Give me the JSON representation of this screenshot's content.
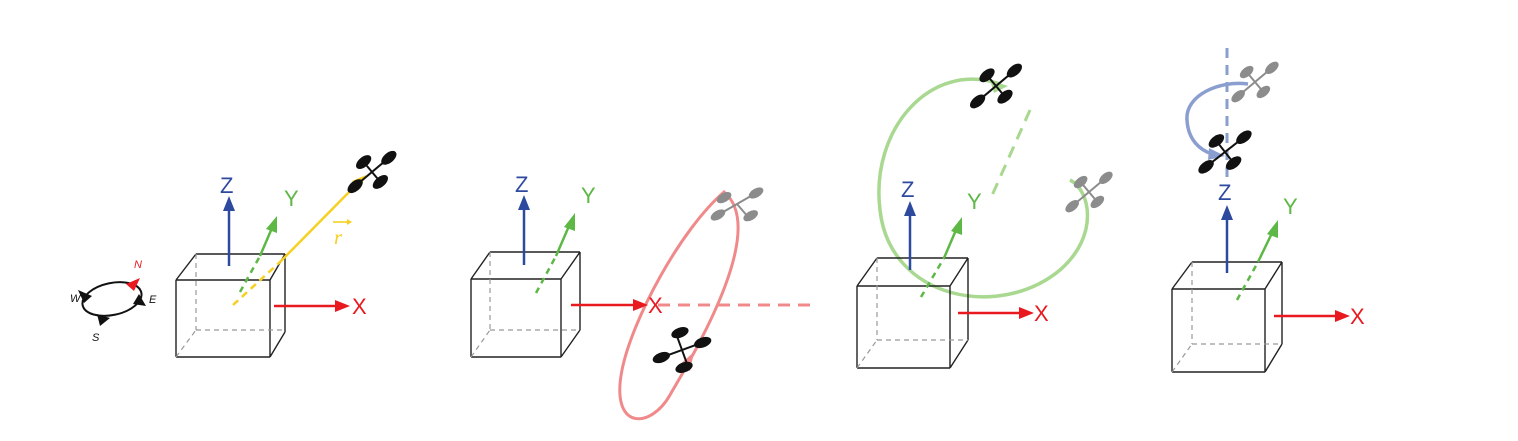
{
  "colors": {
    "x_axis": "#e8191f",
    "y_axis": "#5db846",
    "z_axis": "#2e4a9e",
    "r_vector": "#f6d022",
    "panel2_path": "#f08a8a",
    "panel3_path": "#a9d890",
    "panel4_path": "#8a9ed0",
    "drone_active": "#111111",
    "drone_ghost": "#8c8c8c",
    "cube_edge": "#222222",
    "cube_hidden_edge": "#999999"
  },
  "icons": [
    "compass-icon",
    "drone-icon",
    "cube-icon",
    "arrow-icon"
  ],
  "compass": {
    "north": "N",
    "east": "E",
    "south": "S",
    "west": "W"
  },
  "panels": [
    {
      "x_label": "X",
      "y_label": "Y",
      "z_label": "Z",
      "vector_label": "r"
    },
    {
      "x_label": "X",
      "y_label": "Y",
      "z_label": "Z"
    },
    {
      "x_label": "X",
      "y_label": "Y",
      "z_label": "Z"
    },
    {
      "x_label": "X",
      "y_label": "Y",
      "z_label": "Z"
    }
  ]
}
